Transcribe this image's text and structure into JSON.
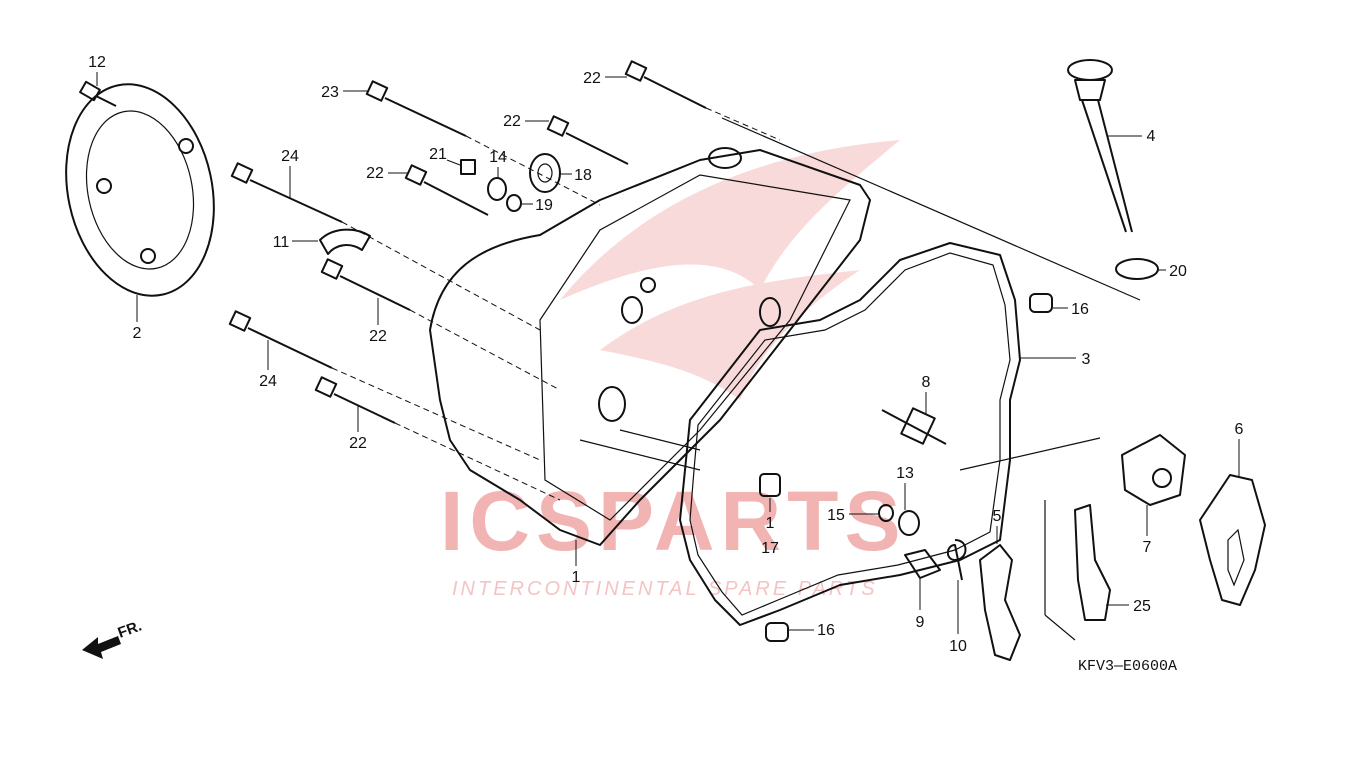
{
  "watermark": {
    "brand": "ICSPARTS",
    "tagline": "INTERCONTINENTAL SPARE PARTS",
    "color": "#e88a8a"
  },
  "diagram": {
    "code": "KFV3—E0600A",
    "direction_label": "FR."
  },
  "callouts": [
    "12",
    "2",
    "24",
    "11",
    "22",
    "24",
    "22",
    "23",
    "21",
    "14",
    "22",
    "18",
    "19",
    "22",
    "22",
    "1",
    "17",
    "4",
    "20",
    "16",
    "3",
    "8",
    "13",
    "15",
    "5",
    "9",
    "10",
    "16",
    "7",
    "6",
    "25"
  ]
}
